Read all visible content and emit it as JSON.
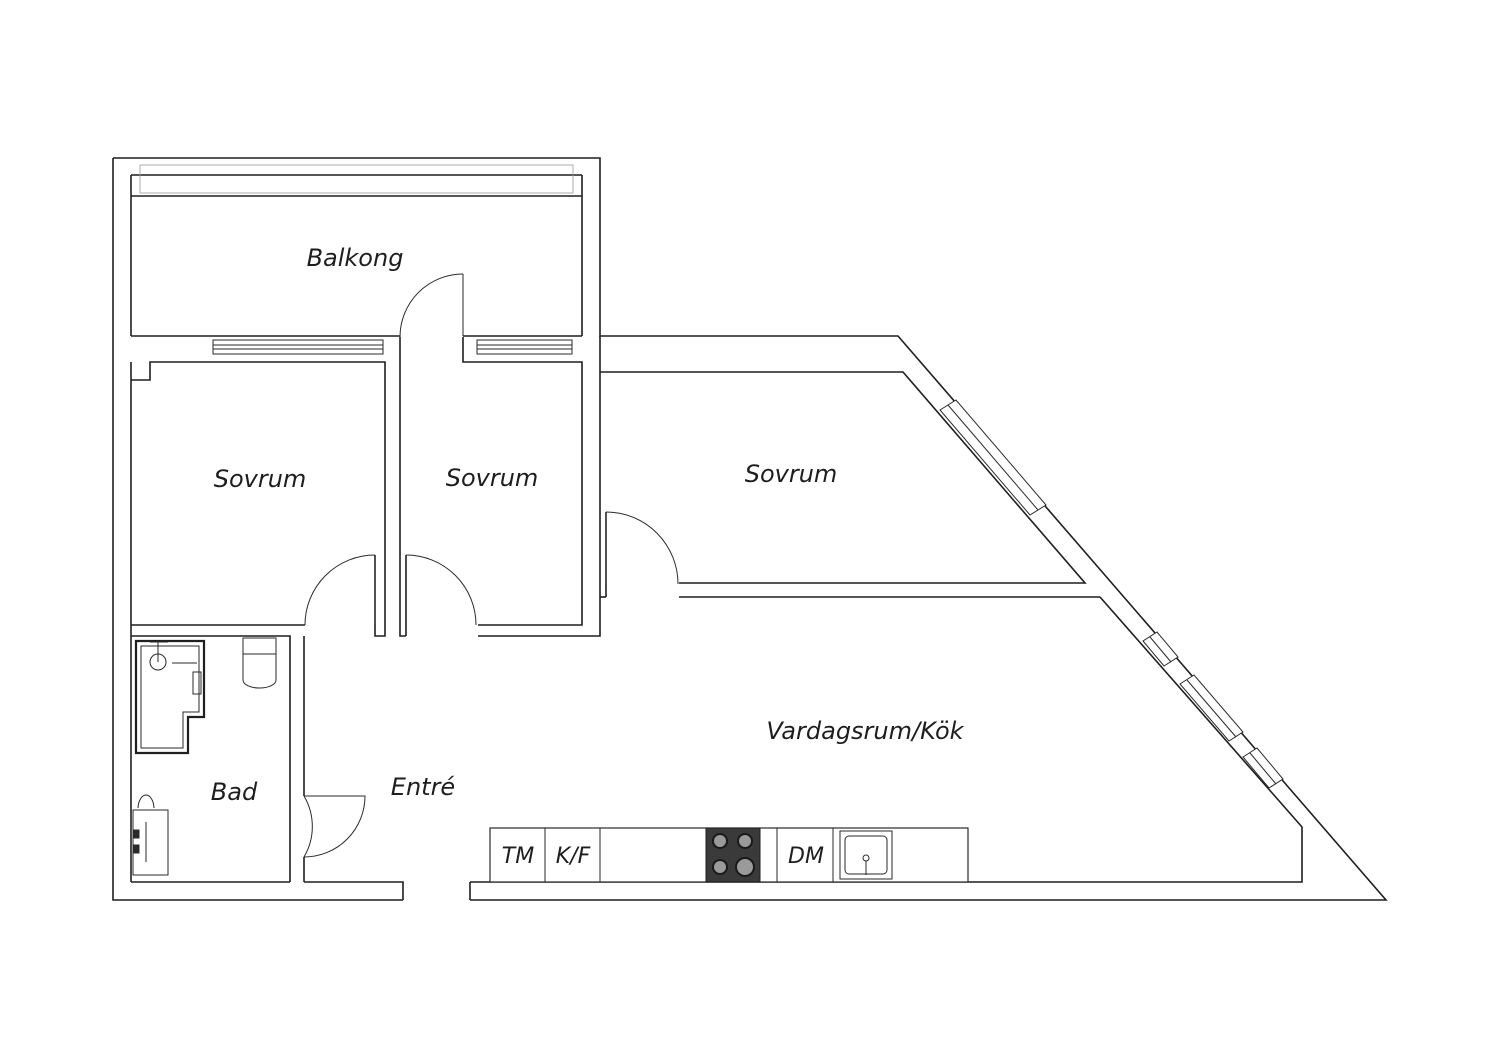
{
  "rooms": {
    "balcony": "Balkong",
    "bedroom_1": "Sovrum",
    "bedroom_2": "Sovrum",
    "bedroom_3": "Sovrum",
    "living_kitchen": "Vardagsrum/Kök",
    "bath": "Bad",
    "entrance": "Entré"
  },
  "appliances": {
    "tm": "TM",
    "kf": "K/F",
    "dm": "DM"
  },
  "colors": {
    "line": "#1f1f1f",
    "stove": "#3a3a3a",
    "background": "#ffffff"
  }
}
